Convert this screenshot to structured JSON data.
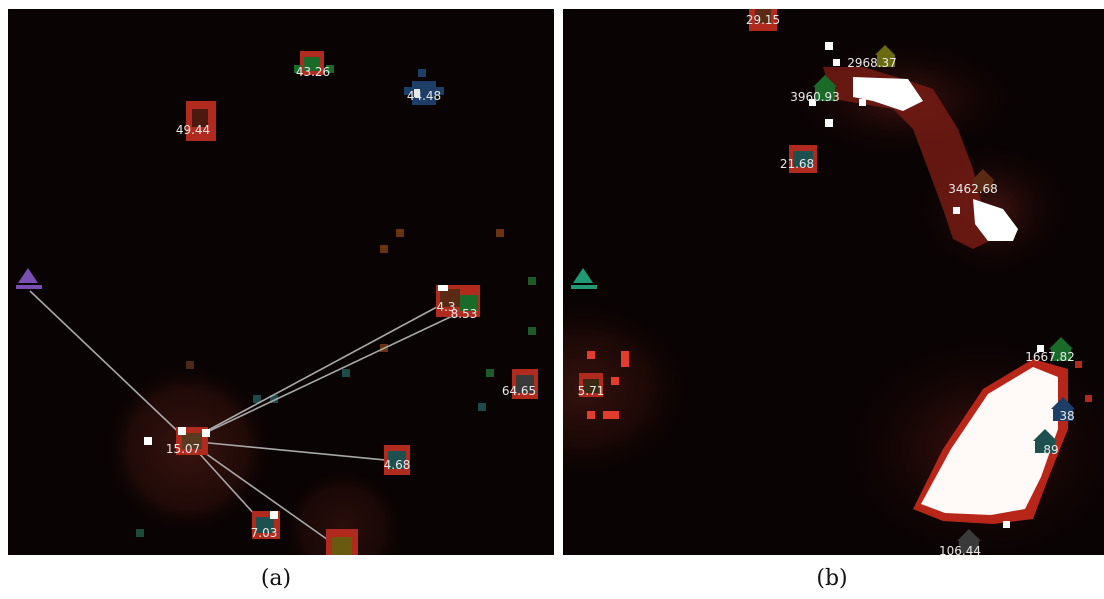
{
  "panels": [
    {
      "caption": "(a)",
      "labels": {
        "l1": "43.26",
        "l2": "44.48",
        "l3": "49.44",
        "l4": "8.53",
        "l4b": "4.3",
        "l5": "64.65",
        "l6": "15.07",
        "l7": "4.68",
        "l8": "7.03"
      },
      "colors": {
        "player": "#7a4fb3"
      }
    },
    {
      "caption": "(b)",
      "labels": {
        "m1": "29.15",
        "m2": "2968.37",
        "m3": "3960.93",
        "m4": "21.68",
        "m5": "3462.68",
        "m6": "1667.82",
        "m7": "5.71",
        "m8": "38",
        "m9": "89",
        "m10": "106.44"
      },
      "colors": {
        "player": "#1f9a74"
      }
    }
  ]
}
